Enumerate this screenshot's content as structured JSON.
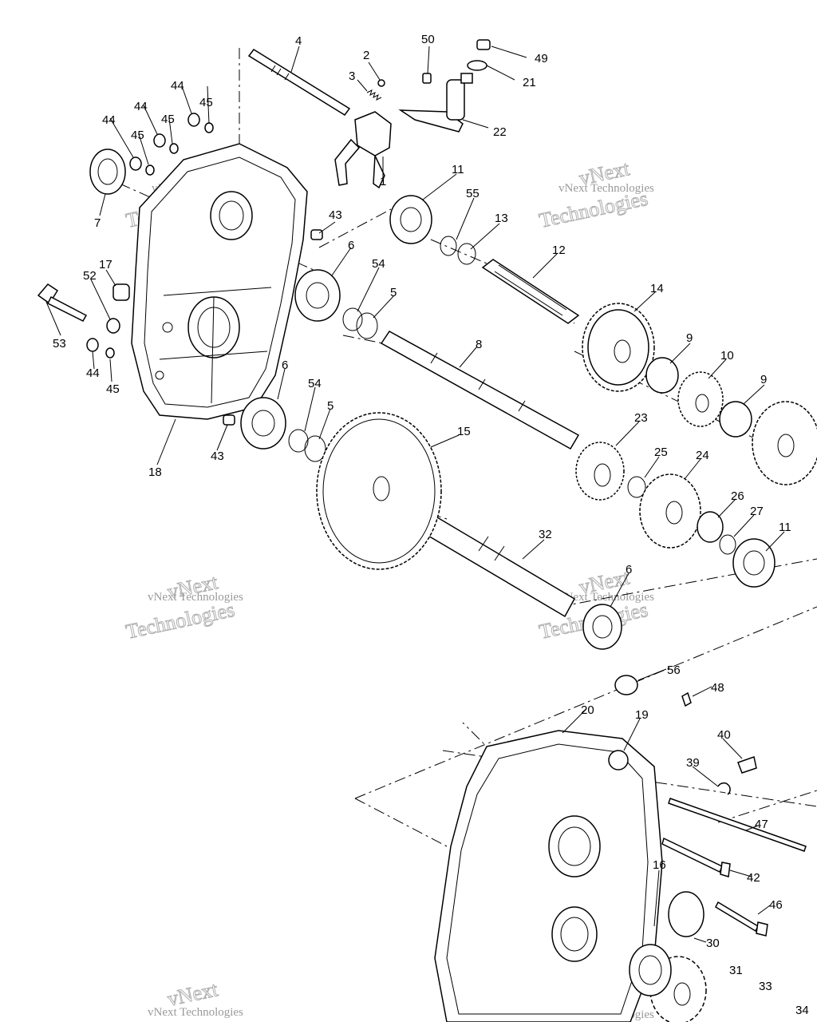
{
  "labels": {
    "l1": "1",
    "l2": "2",
    "l3": "3",
    "l4": "4",
    "l5a": "5",
    "l5b": "5",
    "l6a": "6",
    "l6b": "6",
    "l6c": "6",
    "l7": "7",
    "l8": "8",
    "l9a": "9",
    "l9b": "9",
    "l10": "10",
    "l11a": "11",
    "l11b": "11",
    "l12": "12",
    "l13": "13",
    "l14": "14",
    "l15": "15",
    "l16": "16",
    "l17": "17",
    "l18": "18",
    "l19": "19",
    "l20": "20",
    "l21": "21",
    "l22": "22",
    "l23": "23",
    "l24": "24",
    "l25": "25",
    "l26": "26",
    "l27": "27",
    "l30": "30",
    "l31": "31",
    "l32": "32",
    "l33": "33",
    "l34": "34",
    "l39": "39",
    "l40": "40",
    "l42": "42",
    "l43a": "43",
    "l43b": "43",
    "l44a": "44",
    "l44b": "44",
    "l44c": "44",
    "l44d": "44",
    "l45a": "45",
    "l45b": "45",
    "l45c": "45",
    "l45d": "45",
    "l46": "46",
    "l47": "47",
    "l48": "48",
    "l49": "49",
    "l50": "50",
    "l52": "52",
    "l53": "53",
    "l54a": "54",
    "l54b": "54",
    "l55": "55",
    "l56": "56"
  },
  "watermark": {
    "line1": "vNext",
    "line2": "Technologies",
    "combined": "vNext Technologies"
  }
}
